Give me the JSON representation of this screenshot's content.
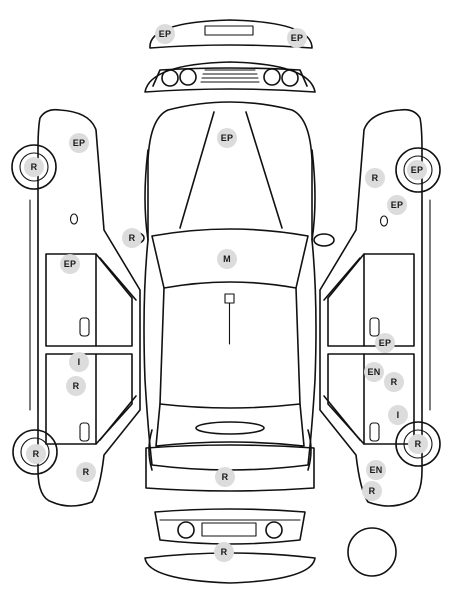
{
  "marks": [
    {
      "id": "front-bumper-ep-left",
      "code": "EP"
    },
    {
      "id": "front-bumper-ep-right",
      "code": "EP"
    },
    {
      "id": "left-front-wheel",
      "code": "R"
    },
    {
      "id": "left-front-fender",
      "code": "EP"
    },
    {
      "id": "left-front-door",
      "code": "EP"
    },
    {
      "id": "left-rear-door-i",
      "code": "I"
    },
    {
      "id": "left-rear-door-r",
      "code": "R"
    },
    {
      "id": "left-rear-wheel",
      "code": "R"
    },
    {
      "id": "left-rear-quarter",
      "code": "R"
    },
    {
      "id": "left-mirror",
      "code": "R"
    },
    {
      "id": "hood",
      "code": "EP"
    },
    {
      "id": "windshield",
      "code": "M"
    },
    {
      "id": "trunk",
      "code": "R"
    },
    {
      "id": "rear-bumper",
      "code": "R"
    },
    {
      "id": "right-front-fender",
      "code": "R"
    },
    {
      "id": "right-front-wheel",
      "code": "EP"
    },
    {
      "id": "right-front-fender-lower",
      "code": "EP"
    },
    {
      "id": "right-front-door",
      "code": "EP"
    },
    {
      "id": "right-rear-door-en",
      "code": "EN"
    },
    {
      "id": "right-rear-door-r",
      "code": "R"
    },
    {
      "id": "right-rear-door-i",
      "code": "I"
    },
    {
      "id": "right-rear-wheel",
      "code": "R"
    },
    {
      "id": "right-rear-quarter-en",
      "code": "EN"
    },
    {
      "id": "right-rear-quarter-r",
      "code": "R"
    }
  ]
}
